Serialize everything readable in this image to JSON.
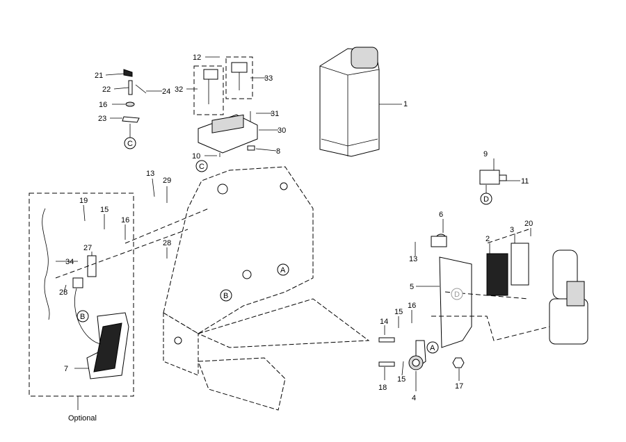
{
  "callouts": {
    "c1": "1",
    "c2": "2",
    "c3": "3",
    "c4": "4",
    "c5": "5",
    "c6": "6",
    "c7": "7",
    "c8": "8",
    "c9": "9",
    "c10": "10",
    "c11": "11",
    "c12": "12",
    "c13a": "13",
    "c13b": "13",
    "c14": "14",
    "c15a": "15",
    "c15b": "15",
    "c15c": "15",
    "c16a": "16",
    "c16b": "16",
    "c16c": "16",
    "c17": "17",
    "c18": "18",
    "c19": "19",
    "c20": "20",
    "c21": "21",
    "c22": "22",
    "c23": "23",
    "c24": "24",
    "c27": "27",
    "c28a": "28",
    "c28b": "28",
    "c29": "29",
    "c30": "30",
    "c31": "31",
    "c32": "32",
    "c33": "33",
    "c34": "34"
  },
  "refs": {
    "A1": "A",
    "A2": "A",
    "B1": "B",
    "B2": "B",
    "C1": "C",
    "C2": "C",
    "D1": "D",
    "D2": "D"
  },
  "optional_label": "Optional"
}
